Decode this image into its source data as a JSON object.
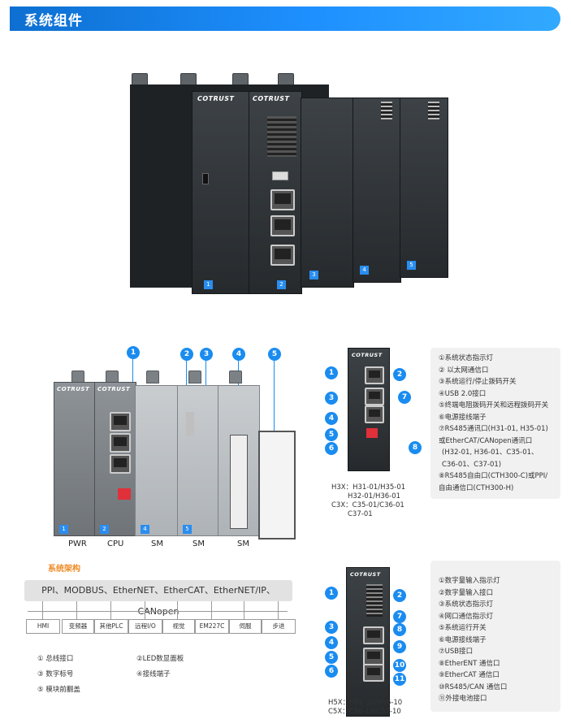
{
  "header": {
    "title": "系统组件"
  },
  "product_photo": {
    "brand_left": "COTRUST",
    "brand_right": "COTRUST",
    "module_numbers": [
      "1",
      "2",
      "3",
      "4",
      "5"
    ]
  },
  "diagram": {
    "brand_pwr": "COTRUST",
    "brand_cpu": "COTRUST",
    "callouts": [
      "1",
      "2",
      "3",
      "4",
      "5"
    ],
    "module_labels": [
      "PWR",
      "CPU",
      "SM",
      "SM",
      "SM"
    ],
    "module_numbers": [
      "1",
      "2",
      "4",
      "5"
    ]
  },
  "system_architecture": {
    "title": "系统架构",
    "protocols": "PPI、MODBUS、EtherNET、EtherCAT、EtherNET/IP、CANopen",
    "devices": [
      "HMI",
      "变频器",
      "其他PLC",
      "远程I/O",
      "视觉",
      "EM227C",
      "伺服",
      "步进"
    ]
  },
  "legend": {
    "items": [
      "① 总线接口",
      "②LED数显面板",
      "③ 数字标号",
      "④接线端子",
      "⑤ 模块前翻盖"
    ]
  },
  "cpu_front": {
    "brand": "COTRUST",
    "callouts": [
      "1",
      "2",
      "3",
      "4",
      "5",
      "6",
      "7",
      "8"
    ],
    "models": [
      "H3X：H31-01/H35-01",
      "H32-01/H36-01",
      "C3X：C35-01/C36-01",
      "C37-01"
    ],
    "descriptions": [
      "①系统状态指示灯",
      "② 以太网通信口",
      "③系统运行/停止拨码开关",
      "④USB 2.0接口",
      "⑤终端电阻拨码开关和远程拨码开关",
      "⑥电源接线端子",
      "⑦RS485通讯口(H31-01, H35-01)",
      "或EtherCAT/CANopen通讯口",
      "(H32-01, H36-01、C35-01、",
      "C36-01、C37-01)",
      "⑧RS485自由口(CTH300-C)或PPI/",
      "自由通信口(CTH300-H)"
    ]
  },
  "h5_front": {
    "brand": "COTRUST",
    "callouts_left": [
      "1",
      "3",
      "4",
      "5",
      "6"
    ],
    "callouts_right": [
      "2",
      "7",
      "8",
      "9",
      "10",
      "11"
    ],
    "models": [
      "H5X：H52-10/H56-10",
      "C5X：C56-10/C57-10"
    ],
    "descriptions": [
      "①数字量输入指示灯",
      "②数字量输入接口",
      "③系统状态指示灯",
      "④网口通信指示灯",
      "⑤系统运行开关",
      "⑥电源接线端子",
      "⑦USB接口",
      "⑧EtherENT 通信口",
      "⑨EtherCAT 通信口",
      "⑩RS485/CAN 通信口",
      "⑪外接电池接口"
    ]
  },
  "colors": {
    "header_blue": "#1a86ee",
    "accent_orange": "#f08a24",
    "callout_blue": "#1a8cf0"
  }
}
